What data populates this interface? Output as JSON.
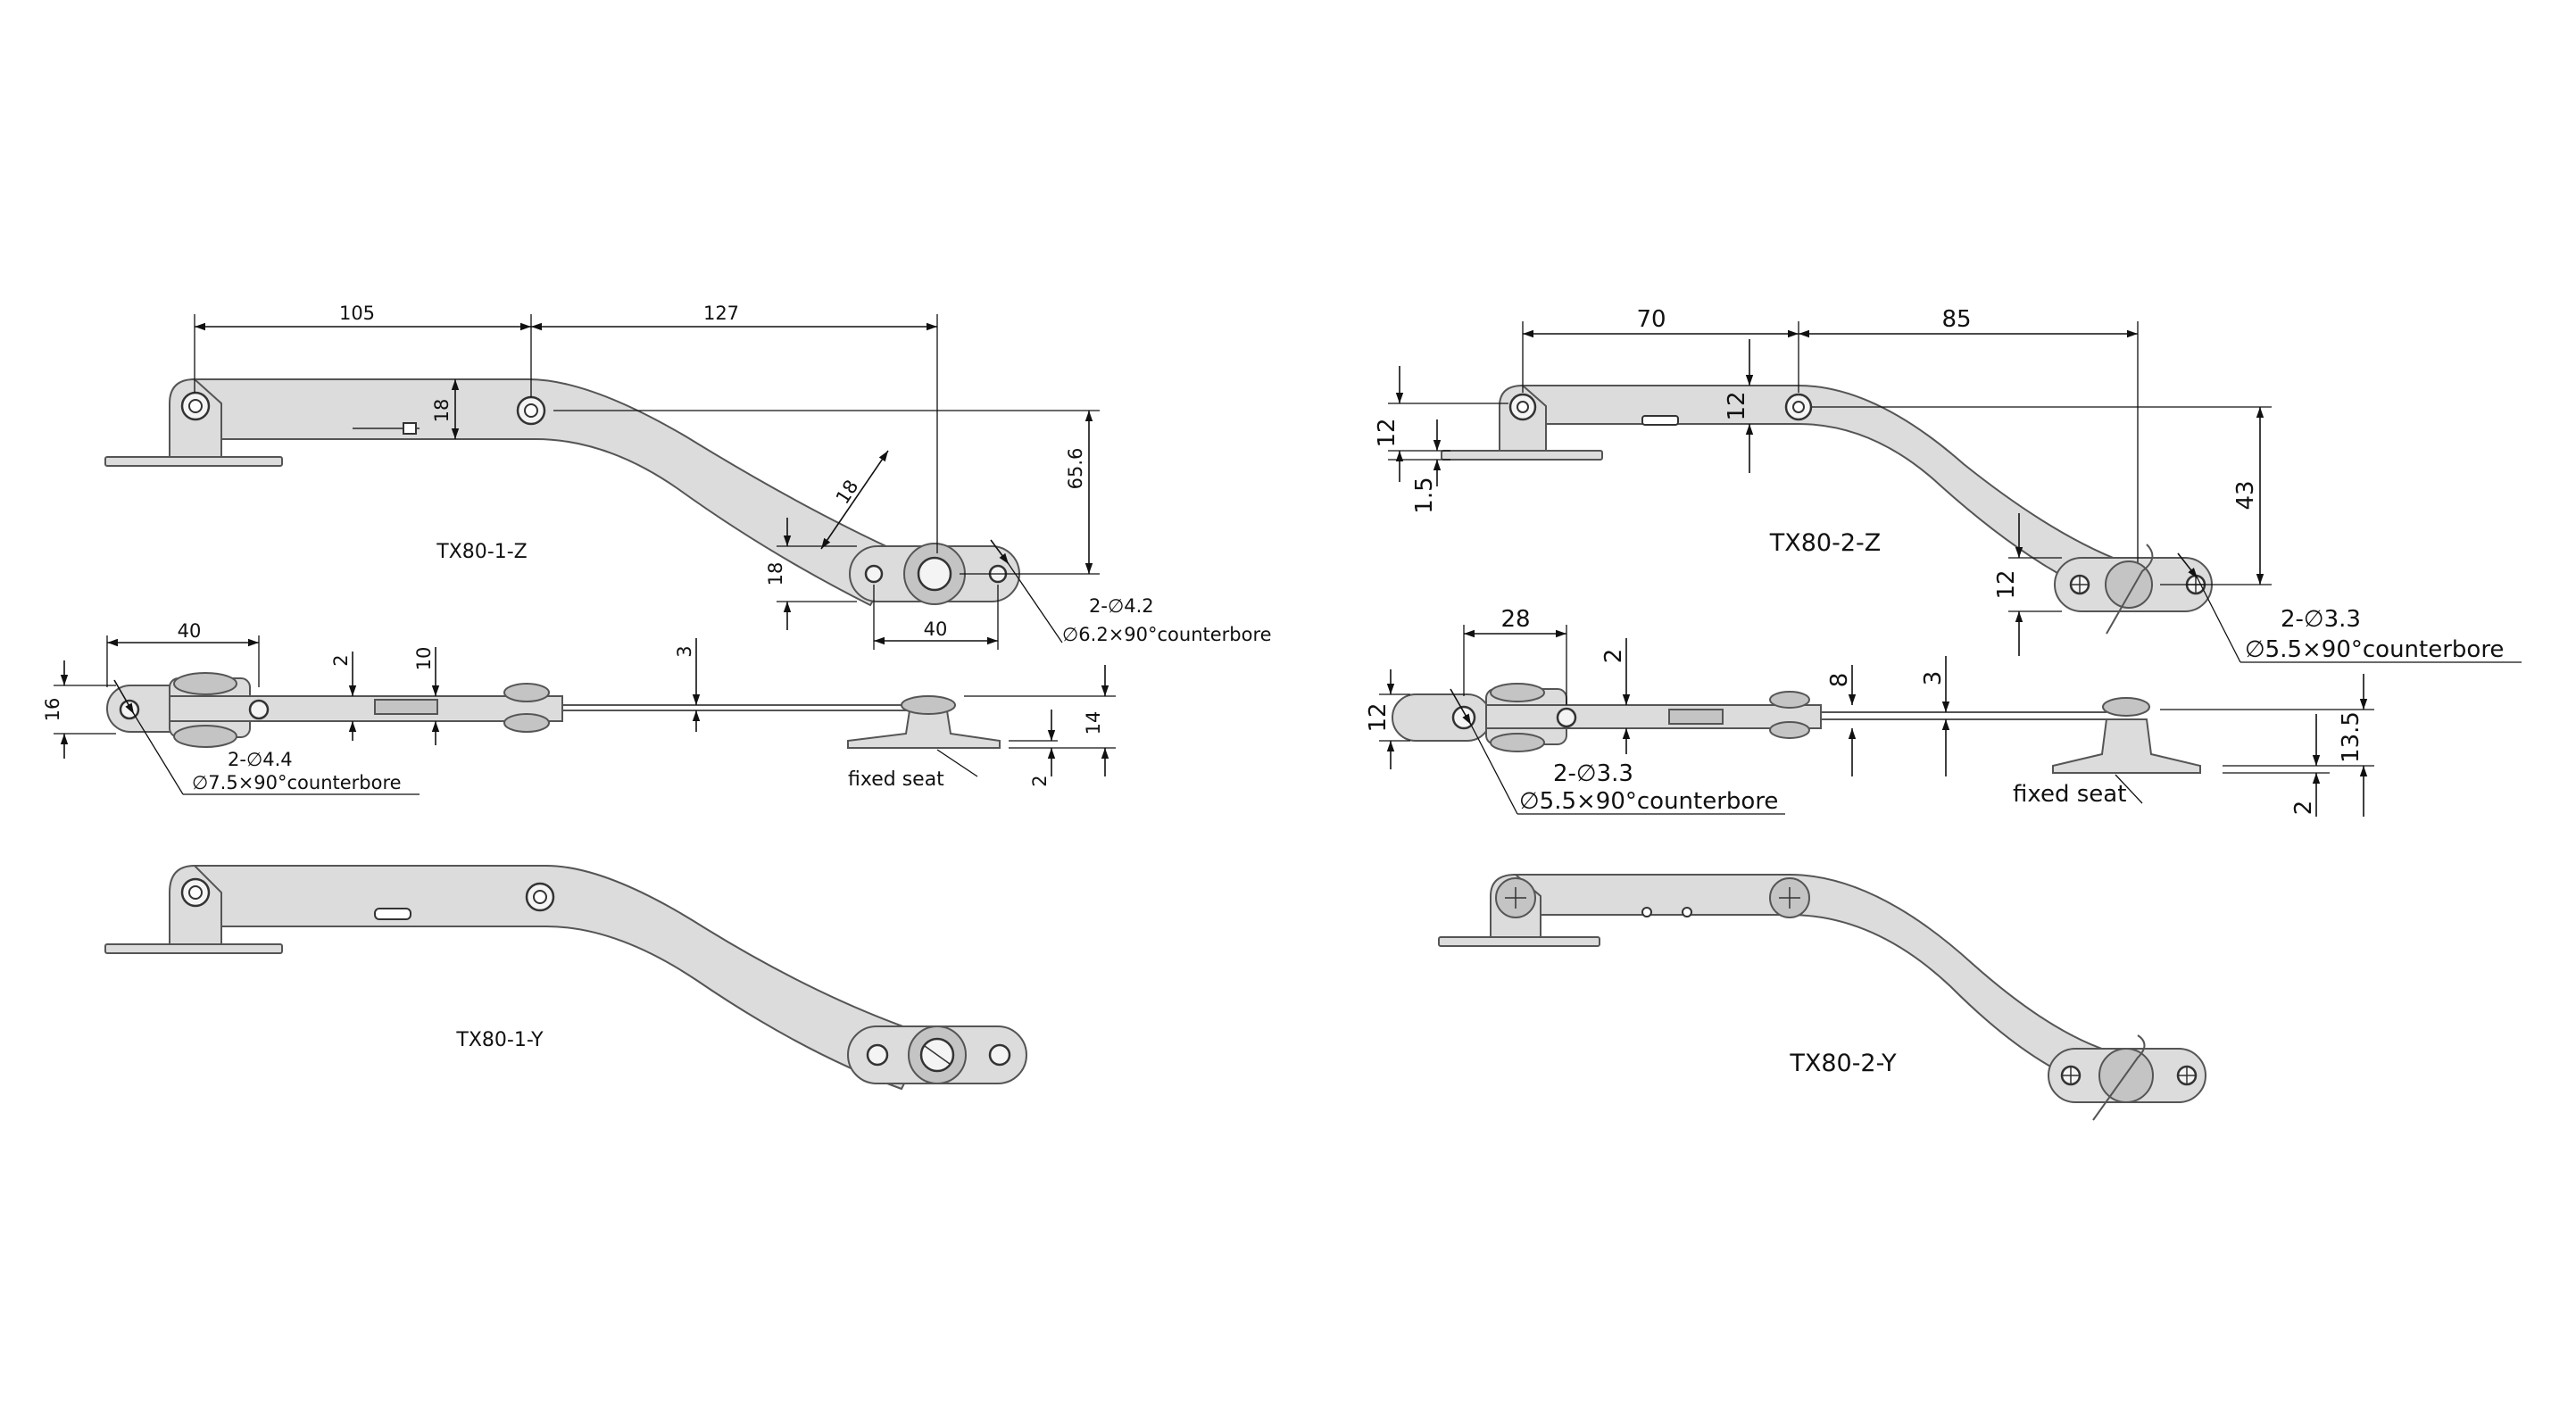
{
  "models": {
    "tx80_1_z": "TX80-1-Z",
    "tx80_1_y": "TX80-1-Y",
    "tx80_2_z": "TX80-2-Z",
    "tx80_2_y": "TX80-2-Y"
  },
  "left": {
    "top_view": {
      "dim_105": "105",
      "dim_127": "127",
      "dim_18_width": "18",
      "dim_65_6": "65.6",
      "dim_18_angled": "18",
      "dim_18_seat": "18",
      "dim_40_seat": "40",
      "holes_count": "2-∅4.2",
      "counterbore": "∅6.2×90°counterbore"
    },
    "side_view": {
      "dim_40": "40",
      "dim_16": "16",
      "dim_2_a": "2",
      "dim_10": "10",
      "dim_3": "3",
      "dim_14": "14",
      "dim_2_b": "2",
      "holes_count": "2-∅4.4",
      "counterbore": "∅7.5×90°counterbore",
      "fixed_seat": "fixed seat"
    }
  },
  "right": {
    "top_view": {
      "dim_70": "70",
      "dim_85": "85",
      "dim_12_left": "12",
      "dim_1_5": "1.5",
      "dim_12_width": "12",
      "dim_43": "43",
      "dim_12_seat": "12",
      "holes_count": "2-∅3.3",
      "counterbore": "∅5.5×90°counterbore"
    },
    "side_view": {
      "dim_28": "28",
      "dim_12": "12",
      "dim_2_a": "2",
      "dim_8": "8",
      "dim_3": "3",
      "dim_13_5": "13.5",
      "dim_2_b": "2",
      "holes_count": "2-∅3.3",
      "counterbore": "∅5.5×90°counterbore",
      "fixed_seat": "fixed seat"
    }
  }
}
